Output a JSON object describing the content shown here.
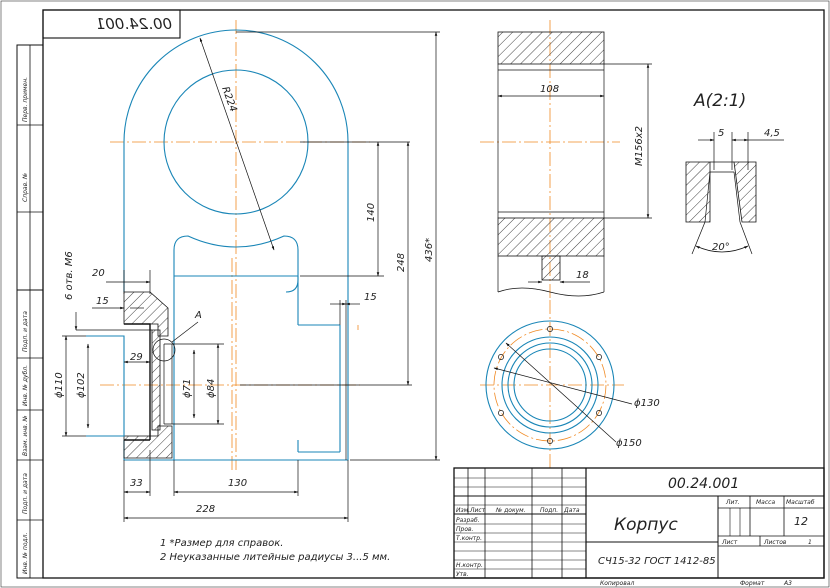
{
  "drawing": {
    "code_mirrored": "00.24.001",
    "view_label": "A",
    "detail_title": "A(2:1)",
    "dims": {
      "r_arc": "R224",
      "d140": "140",
      "d248": "248",
      "d436": "436*",
      "d20": "20",
      "holes": "6 отв. M6",
      "d15a": "15",
      "d15b": "15",
      "d29": "29",
      "d110": "ϕ110",
      "d102": "ϕ102",
      "d71": "ϕ71",
      "d84": "ϕ84",
      "d33": "33",
      "d130": "130",
      "d228": "228",
      "d108": "108",
      "thread": "M156x2",
      "d18": "18",
      "d5": "5",
      "d4_5": "4,5",
      "angle20": "20°",
      "dia130": "ϕ130",
      "dia150": "ϕ150"
    },
    "notes": [
      "1  *Размер для справок.",
      "2  Неуказанные литейные радиусы 3...5 мм."
    ]
  },
  "side_stamp": {
    "labels": [
      "Перв. примен.",
      "Справ. №",
      "Подп. и дата",
      "Инв. № дубл.",
      "Взам. инв. №",
      "Подп. и дата",
      "Инв. № подл."
    ]
  },
  "title_block": {
    "code": "00.24.001",
    "name": "Корпус",
    "material": "СЧ15-32 ГОСТ 1412-85",
    "scale": "12",
    "lit_label": "Лит.",
    "mass_label": "Масса",
    "scale_label": "Масштаб",
    "sheet_label": "Лист",
    "sheets_label": "Листов",
    "sheets_value": "1",
    "header": [
      "Изм.",
      "Лист",
      "№ докум.",
      "Подп.",
      "Дата"
    ],
    "rows": [
      "Разраб.",
      "Пров.",
      "Т.контр.",
      "",
      "Н.контр.",
      "Утв."
    ],
    "footer_copied": "Копировал",
    "footer_format": "Формат",
    "footer_format_value": "A3"
  }
}
